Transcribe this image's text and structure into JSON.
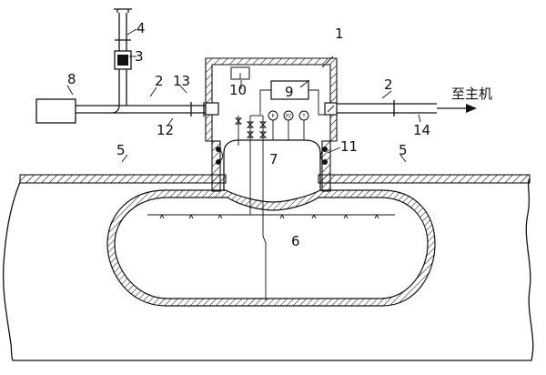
{
  "labels": {
    "l1": "1",
    "l2a": "2",
    "l2b": "2",
    "l3": "3",
    "l4": "4",
    "l5a": "5",
    "l5b": "5",
    "l6": "6",
    "l7": "7",
    "l8": "8",
    "l9": "9",
    "l10": "10",
    "l11": "11",
    "l12": "12",
    "l13": "13",
    "l14": "14"
  },
  "arrow_text": "至主机",
  "gauges": [
    "P",
    "P2",
    "T"
  ]
}
